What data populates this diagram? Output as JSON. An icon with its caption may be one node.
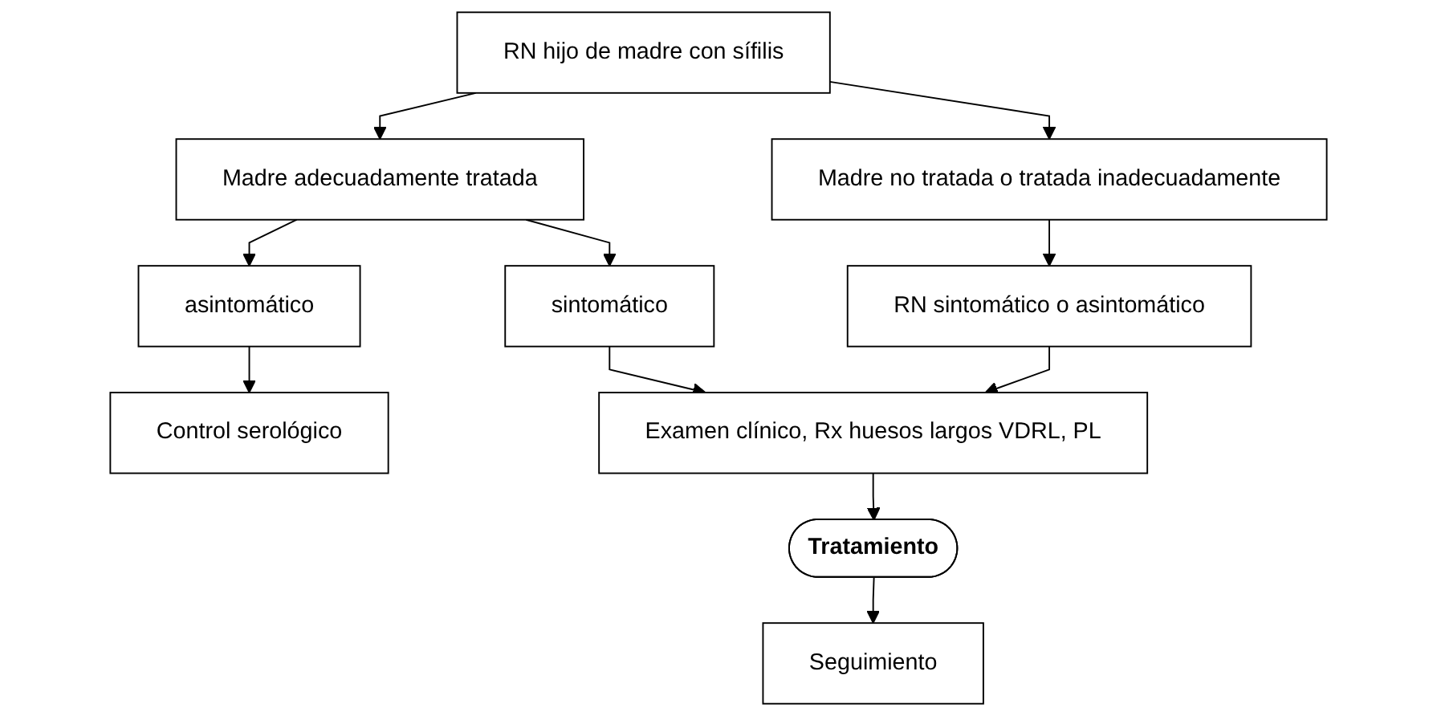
{
  "diagram": {
    "nodes": [
      {
        "text": [
          "RN hijo de madre con sífilis"
        ]
      },
      {
        "text": [
          "Madre adecuadamente tratada"
        ]
      },
      {
        "text": [
          "Madre no tratada o tratada inadecuadamente"
        ]
      },
      {
        "text": [
          "asintomático"
        ]
      },
      {
        "text": [
          "sintomático"
        ]
      },
      {
        "text": [
          "RN sintomático o asintomático"
        ]
      },
      {
        "text": [
          "Control serológico"
        ]
      },
      {
        "text": [
          "Examen clínico, Rx huesos largos VDRL, PL"
        ]
      },
      {
        "text": [
          "Tratamiento"
        ]
      },
      {
        "text": [
          "Seguimiento"
        ]
      }
    ],
    "edges": [
      {
        "from": 0,
        "to": 1,
        "arrow": "to"
      },
      {
        "from": 0,
        "to": 2,
        "arrow": "to"
      },
      {
        "from": 1,
        "to": 3,
        "arrow": "to"
      },
      {
        "from": 1,
        "to": 4,
        "arrow": "to"
      },
      {
        "from": 2,
        "to": 5,
        "arrow": "to"
      },
      {
        "from": 3,
        "to": 6,
        "arrow": "to"
      },
      {
        "from": 4,
        "to": 7,
        "arrow": "to"
      },
      {
        "from": 5,
        "to": 7,
        "arrow": "to"
      },
      {
        "from": 7,
        "to": 8,
        "arrow": "to"
      },
      {
        "from": 8,
        "to": 9,
        "arrow": "to"
      }
    ]
  }
}
